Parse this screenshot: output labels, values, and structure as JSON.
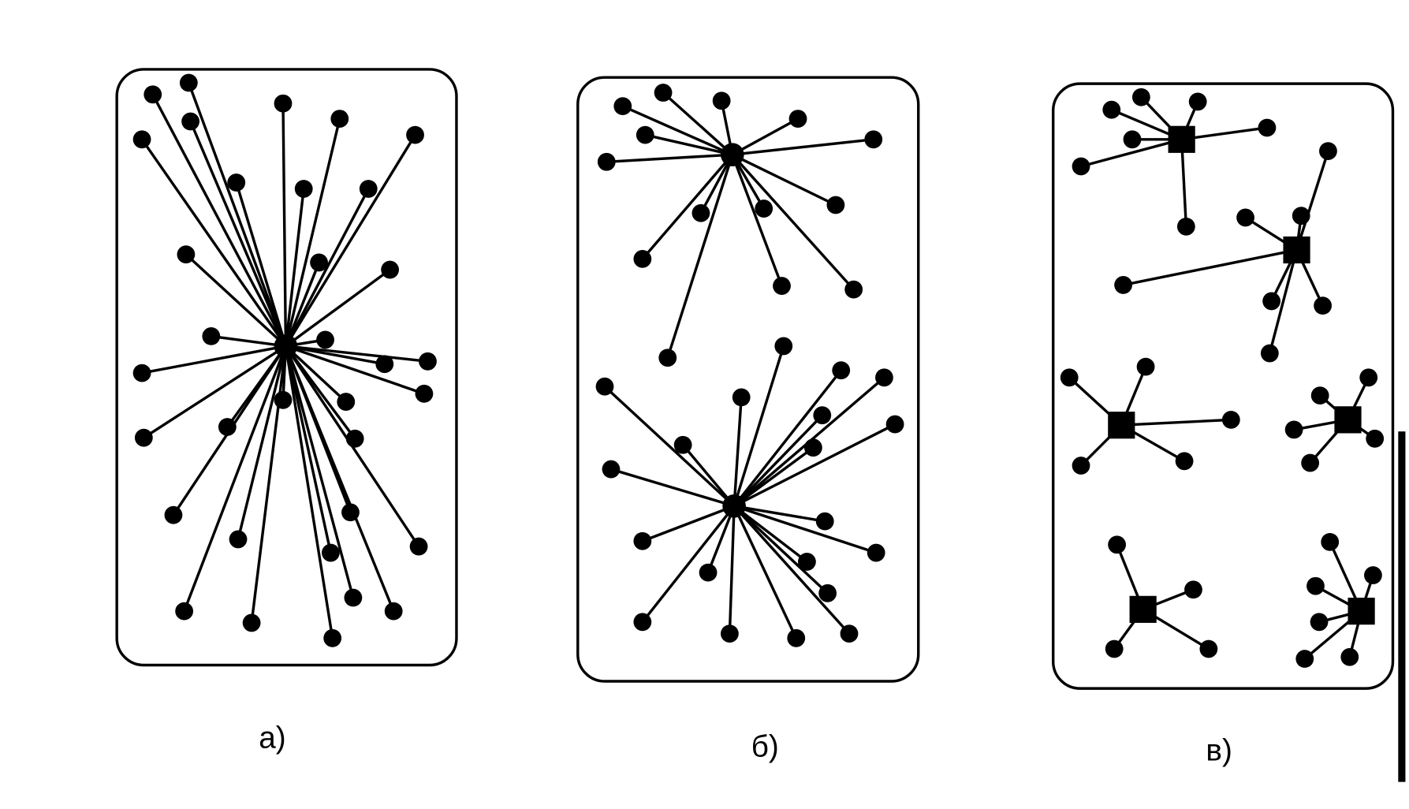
{
  "panels": [
    {
      "label": "а)",
      "hub_shape": "circle"
    },
    {
      "label": "б)",
      "hub_shape": "circle"
    },
    {
      "label": "в)",
      "hub_shape": "square"
    }
  ],
  "colors": {
    "ink": "#000000",
    "background": "#ffffff"
  }
}
